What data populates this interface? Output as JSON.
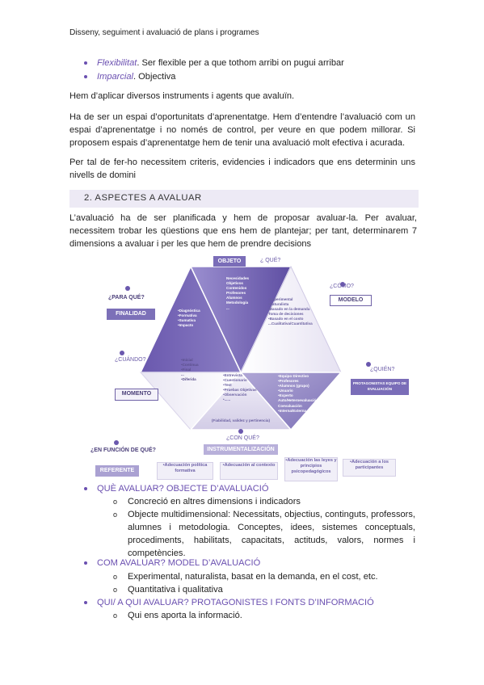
{
  "header": "Disseny, seguiment i avaluació de plans i programes",
  "bullets_top": [
    {
      "term": "Flexibilitat",
      "rest": ". Ser flexible per a que tothom arribi on pugui arribar"
    },
    {
      "term": "Imparcial",
      "rest": ". Objectiva"
    }
  ],
  "paragraphs": [
    "Hem d’aplicar diversos instruments i agents que avaluïn.",
    "Ha de ser un espai d’oportunitats d’aprenentatge. Hem d’entendre l’avaluació com un espai d’aprenentatge i no només de control, per veure en que podem millorar. Si proposem espais d’aprenentatge hem de tenir una avaluació molt efectiva i acurada.",
    "Per tal de fer-ho necessitem criteris, evidencies i indicadors que ens determinin uns nivells de domini"
  ],
  "section_title": "2.  ASPECTES A AVALUAR",
  "intro": "L’avaluació ha de ser planificada y hem de proposar avaluar-la. Per avaluar, necessitem trobar les qüestions que ens hem de plantejar; per tant, determinarem 7 dimensions a avaluar i per les que hem de prendre decisions",
  "diagram": {
    "objeto": "OBJETO",
    "objeto_q": "¿ QUÉ?",
    "objeto_items": [
      "Necesidades",
      "Objetivos",
      "Contenidos",
      "Profesores",
      "Alumnos",
      "Metodología",
      "..."
    ],
    "finalidad": "FINALIDAD",
    "finalidad_q": "¿PARA QUÉ?",
    "finalidad_items": [
      "•Diagnóstica",
      "•Formativa",
      "•Sumativa",
      "•Impacto"
    ],
    "modelo": "MODELO",
    "modelo_q": "¿CÓMO?",
    "modelo_items": [
      "•Experimental",
      "•Naturalista",
      "•Basado en la demanda",
      " Toma de decisiones",
      "•Basado en el costo",
      "",
      "...Cualitativa/Cuantitativa"
    ],
    "momento": "MOMENTO",
    "momento_q": "¿CUÁNDO?",
    "momento_items": [
      "•Inicial",
      "•Continua",
      "•Final",
      "...",
      "•Diferida"
    ],
    "protagonistas": "PROTAGONISTAS EQUIPO DE EVALUACIÓN",
    "protagonistas_q": "¿QUIÉN?",
    "protagonistas_items": [
      "•Equipo Directivo",
      "•Profesores",
      "•Alumnos (grupo)",
      "•Usuario",
      "•Experto",
      "Auto/Heteroevaluación",
      "Coevaluación",
      "•Interna/Externa"
    ],
    "instrumentos_items": [
      "•Entrevista",
      "•Cuestionario",
      "•Test",
      "•Pruebas Objetivas",
      "•Observación",
      "•......"
    ],
    "instrumentos_note": "(Fiabilidad, validez y pertinencia)",
    "instrumentalizacion": "INSTRUMENTALIZACIÓN",
    "instrumentalizacion_q": "¿CON QUÉ?",
    "referente": "REFERENTE",
    "referente_q": "¿EN FUNCIÓN DE QUÉ?",
    "referente_items": [
      "•Adecuación política formativa",
      "•Adecuación al contexto",
      "•Adecuación las leyes y principios psicopedagógicos",
      "•Adecuación a los participantes"
    ]
  },
  "bullets_bottom": [
    {
      "title": "QUÈ AVALUAR? OBJECTE D’AVALUACIÓ",
      "subs": [
        "Concreció en altres dimensions i indicadors",
        "Objecte multidimensional: Necessitats, objectius, continguts, professors, alumnes i metodologia. Conceptes, idees, sistemes conceptuals, procediments, habilitats, capacitats, actituds, valors, normes i competències."
      ]
    },
    {
      "title": "COM AVALUAR? MODEL D’AVALUACIÓ",
      "subs": [
        "Experimental, naturalista, basat en la demanda, en el cost, etc.",
        "Quantitativa i qualitativa"
      ]
    },
    {
      "title": "QUI/ A QUI AVALUAR? PROTAGONISTES I FONTS D’INFORMACIÓ",
      "subs": [
        "Qui ens aporta la informació."
      ]
    }
  ],
  "sub_marker": "o"
}
